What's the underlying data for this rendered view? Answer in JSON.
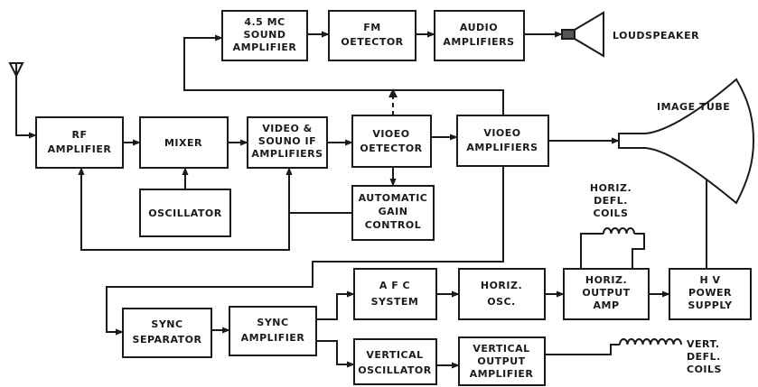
{
  "blocks": {
    "sound_amp": [
      "4.5 MC",
      "SOUND",
      "AMPLIFIER"
    ],
    "fm_detector": [
      "FM",
      "OETECTOR"
    ],
    "audio_amp": [
      "AUDIO",
      "AMPLIFIERS"
    ],
    "rf_amp": [
      "RF",
      "AMPLIFIER"
    ],
    "mixer": [
      "MIXER"
    ],
    "video_sound_if": [
      "VIDEO &",
      "SOUNO IF",
      "AMPLIFIERS"
    ],
    "video_detector": [
      "VIOEO",
      "OETECTOR"
    ],
    "video_amp": [
      "VIOEO",
      "AMPLIFIERS"
    ],
    "oscillator": [
      "OSCILLATOR"
    ],
    "agc": [
      "AUTOMATIC",
      "GAIN",
      "CONTROL"
    ],
    "afc": [
      "A F C",
      "SYSTEM"
    ],
    "horiz_osc": [
      "HORIZ.",
      "OSC."
    ],
    "horiz_output": [
      "HORIZ.",
      "OUTPUT",
      "AMP"
    ],
    "hv_supply": [
      "H V",
      "POWER",
      "SUPPLY"
    ],
    "sync_sep": [
      "SYNC",
      "SEPARATOR"
    ],
    "sync_amp": [
      "SYNC",
      "AMPLIFIER"
    ],
    "vert_osc": [
      "VERTICAL",
      "OSCILLATOR"
    ],
    "vert_output": [
      "VERTICAL",
      "OUTPUT",
      "AMPLIFIER"
    ]
  },
  "labels": {
    "loudspeaker": "LOUDSPEAKER",
    "image_tube": "IMAGE TUBE",
    "horiz_coils": [
      "HORIZ.",
      "DEFL.",
      "COILS"
    ],
    "vert_coils": [
      "VERT.",
      "DEFL.",
      "COILS"
    ]
  }
}
